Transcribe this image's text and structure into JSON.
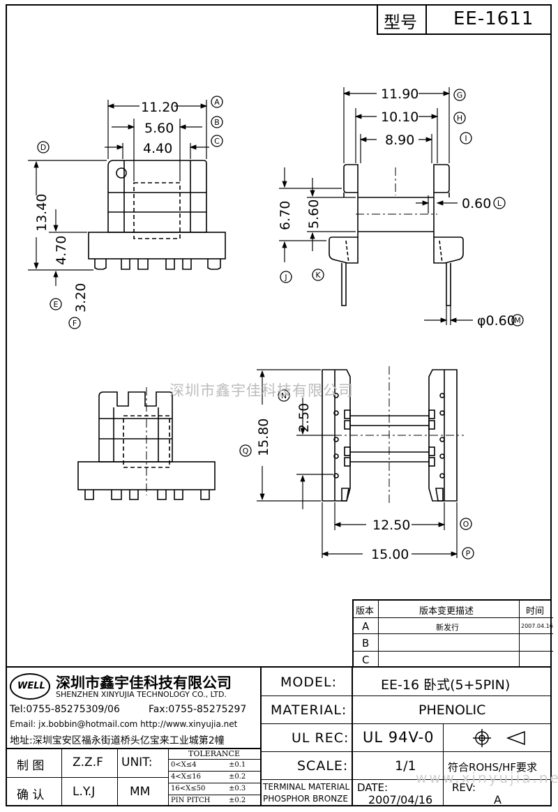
{
  "header": {
    "model_label": "型号",
    "model_value": "EE-1611"
  },
  "watermark": "深圳市鑫宇佳科技有限公司",
  "dims": {
    "top_left": {
      "a": "11.20",
      "b": "5.60",
      "c": "4.40",
      "d": "13.40",
      "e": "4.70",
      "f": "3.20"
    },
    "top_right": {
      "g": "11.90",
      "h": "10.10",
      "i": "8.90",
      "j": "6.70",
      "k": "5.60",
      "l": "0.60",
      "m": "φ0.60"
    },
    "bottom_right": {
      "q": "15.80",
      "n": "2.50",
      "o": "12.50",
      "p": "15.00"
    },
    "markers": [
      "A",
      "B",
      "C",
      "D",
      "E",
      "F",
      "G",
      "H",
      "I",
      "J",
      "K",
      "L",
      "M",
      "N",
      "O",
      "P",
      "Q"
    ]
  },
  "revision_table": {
    "headers": [
      "版本",
      "版本变更描述",
      "时间"
    ],
    "rows": [
      {
        "rev": "A",
        "desc": "新发行",
        "date": "2007.04.16"
      },
      {
        "rev": "B",
        "desc": "",
        "date": ""
      },
      {
        "rev": "C",
        "desc": "",
        "date": ""
      }
    ]
  },
  "company": {
    "logo_text": "WELL",
    "name_cn": "深圳市鑫宇佳科技有限公司",
    "name_en": "SHENZHEN XINYUJIA TECHNOLOGY CO., LTD.",
    "tel": "Tel:0755-85275309/06",
    "fax": "Fax:0755-85275297",
    "email": "Email: jx.bobbin@hotmail.com http://www.xinyujia.net",
    "address": "地址:深圳宝安区福永街道桥头亿宝来工业城第2幢"
  },
  "title_block": {
    "model_label": "MODEL:",
    "model_value": "EE-16 卧式(5+5PIN)",
    "material_label": "MATERIAL:",
    "material_value": "PHENOLIC",
    "ulrec_label": "UL REC:",
    "ulrec_value": "UL 94V-0",
    "scale_label": "SCALE:",
    "scale_value": "1/1",
    "rohs": "符合ROHS/HF要求",
    "drawn_label": "制 图",
    "drawn_value": "Z.Z.F",
    "check_label": "确 认",
    "check_value": "L.Y.J",
    "unit_label": "UNIT:",
    "unit_value": "MM",
    "tolerance_title": "TOLERANCE",
    "tolerances": [
      {
        "range": "0<X≤4",
        "value": "±0.1"
      },
      {
        "range": "4<X≤16",
        "value": "±0.2"
      },
      {
        "range": "16<X≤50",
        "value": "±0.3"
      },
      {
        "range": "PIN PITCH",
        "value": "±0.2"
      }
    ],
    "terminal_material": "TERMINAL MATERIAL",
    "terminal_value": "PHOSPHOR BRONZE",
    "date_label": "DATE:",
    "date_value": "2007/04/16",
    "rev_label": "REV:",
    "rev_value": "A",
    "site_watermark": "www.xinyujia.net"
  }
}
